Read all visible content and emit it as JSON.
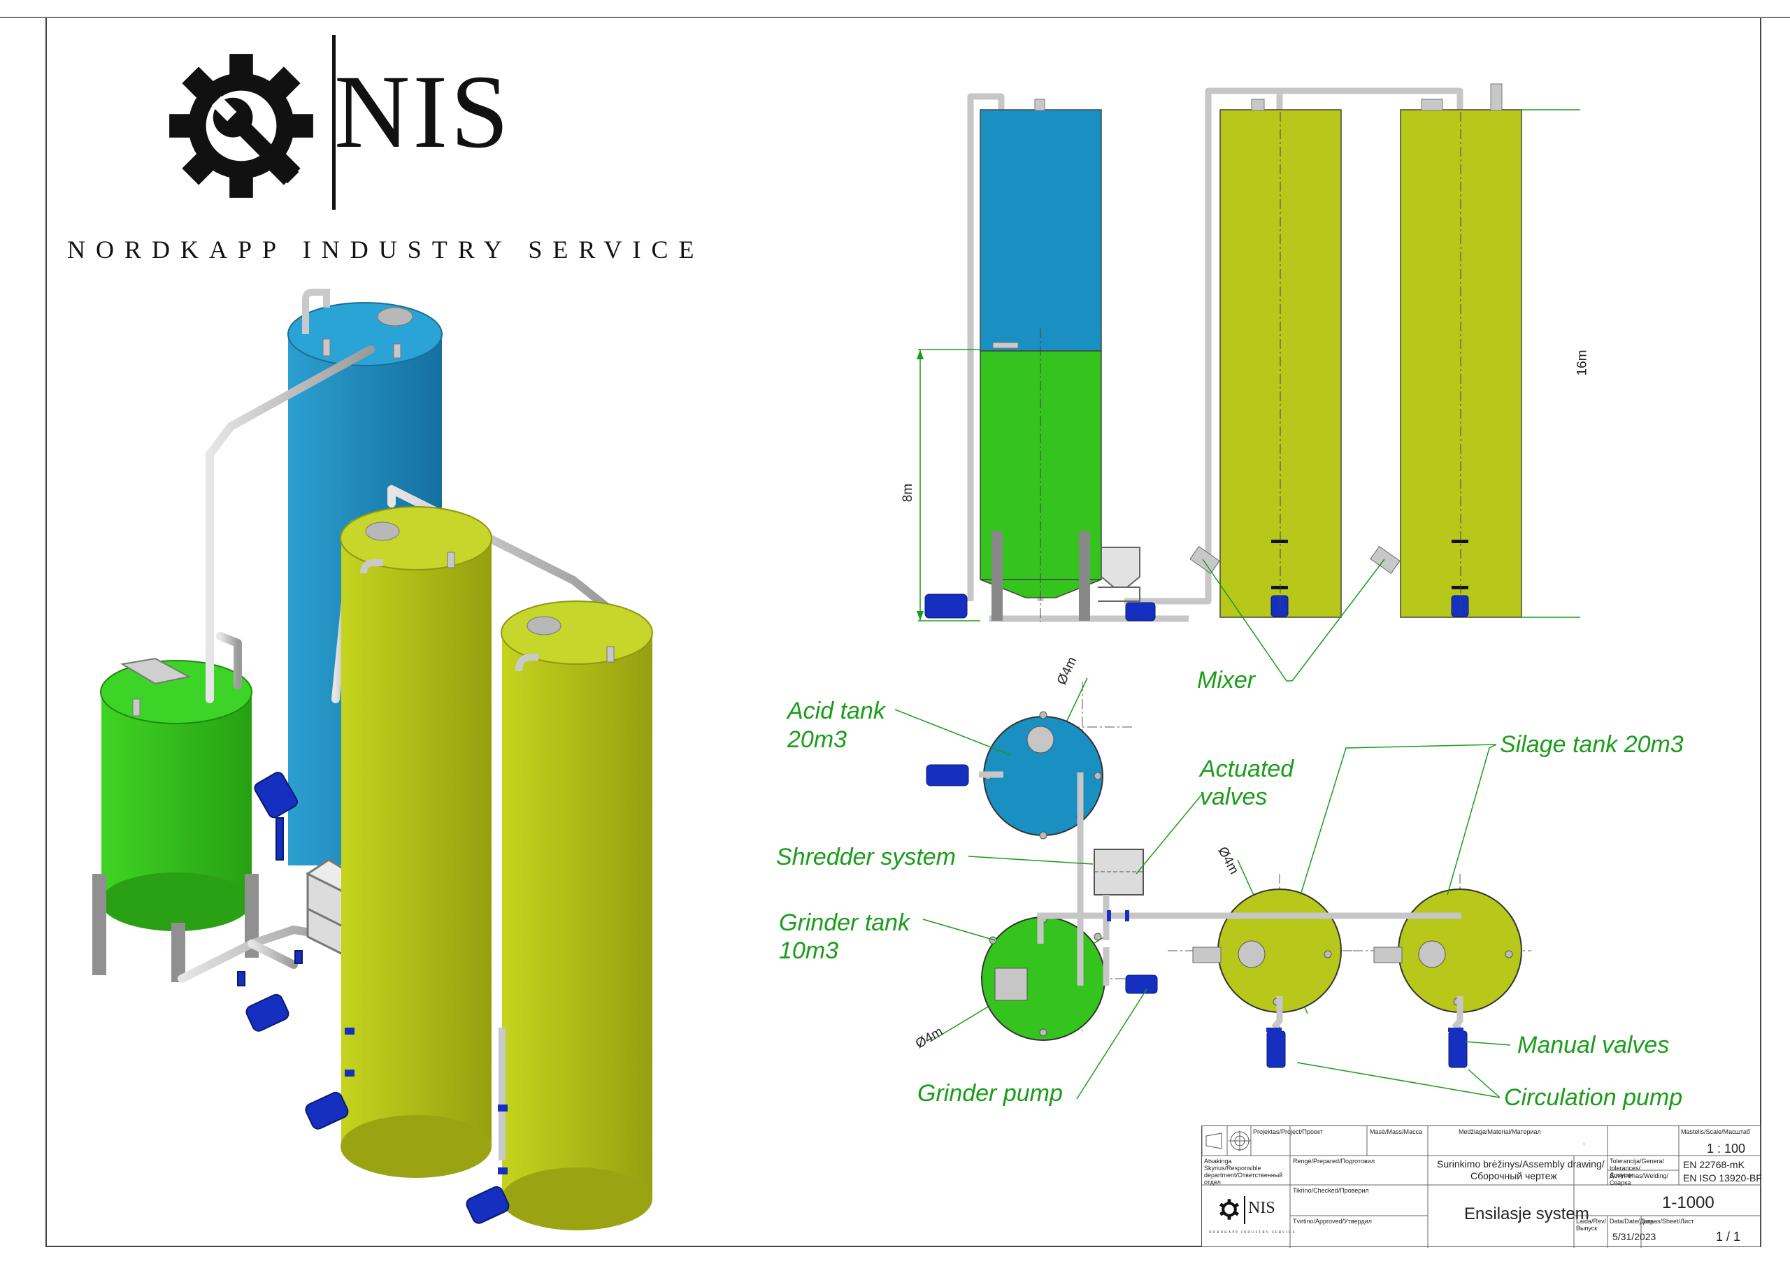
{
  "brand": {
    "name": "NIS",
    "subtitle": "NORDKAPP INDUSTRY SERVICE"
  },
  "colors": {
    "acid_tank": "#1f8fc0",
    "grinder_tank": "#35c41e",
    "silage_tank": "#b4c41a",
    "pump": "#1530c0",
    "label": "#1a9c1a",
    "pipe": "#c8c8c8"
  },
  "dimensions": {
    "height_grinder": "8m",
    "height_silage": "16m",
    "diameter": "Ø4m"
  },
  "labels": {
    "mixer": "Mixer",
    "acid_tank": [
      "Acid tank",
      "20m3"
    ],
    "actuated_valves": [
      "Actuated",
      "valves"
    ],
    "shredder_system": "Shredder system",
    "grinder_tank": [
      "Grinder tank",
      "10m3"
    ],
    "grinder_pump": "Grinder pump",
    "silage_tank": "Silage tank 20m3",
    "manual_valves": "Manual valves",
    "circulation_pump": "Circulation pump"
  },
  "title_block": {
    "project_label": "Projektas/Project/Проект",
    "mass_label": "Masė/Mass/Масса",
    "material_label": "Medžiaga/Material/Материал",
    "material_value": "-",
    "scale_label": "Mastelis/Scale/Масштаб",
    "scale_value": "1 : 100",
    "department_label": "Atsakinga Skyrius/Responsible department/Ответственный отдел",
    "prepared_label": "Rengė/Prepared/Подготовил",
    "drawing_type": "Surinkimo brėžinys/Assembly drawing/",
    "drawing_type_ru": "Сборочный чертеж",
    "tolerance_label": "Tolerancija/General tolerances/Допуски",
    "tolerance_value": "EN 22768-mK",
    "welding_label": "Suvirinimas/Welding/Сварка",
    "welding_value": "EN ISO 13920-BF",
    "checked_label": "Tikrino/Checked/Проверил",
    "approved_label": "Tvirtino/Approved/Утвердил",
    "title": "Ensilasje system",
    "drawing_number": "1-1000",
    "issue_label": "Laida/Rev/Выпуск",
    "date_label": "Data/Date/Дата",
    "date_value": "5/31/2023",
    "sheet_label": "Lapas/Sheet/Лист",
    "sheet_value": "1 / 1",
    "logo_name": "NIS",
    "logo_sub": "NORDKAPP INDUSTRY SERVICE"
  }
}
